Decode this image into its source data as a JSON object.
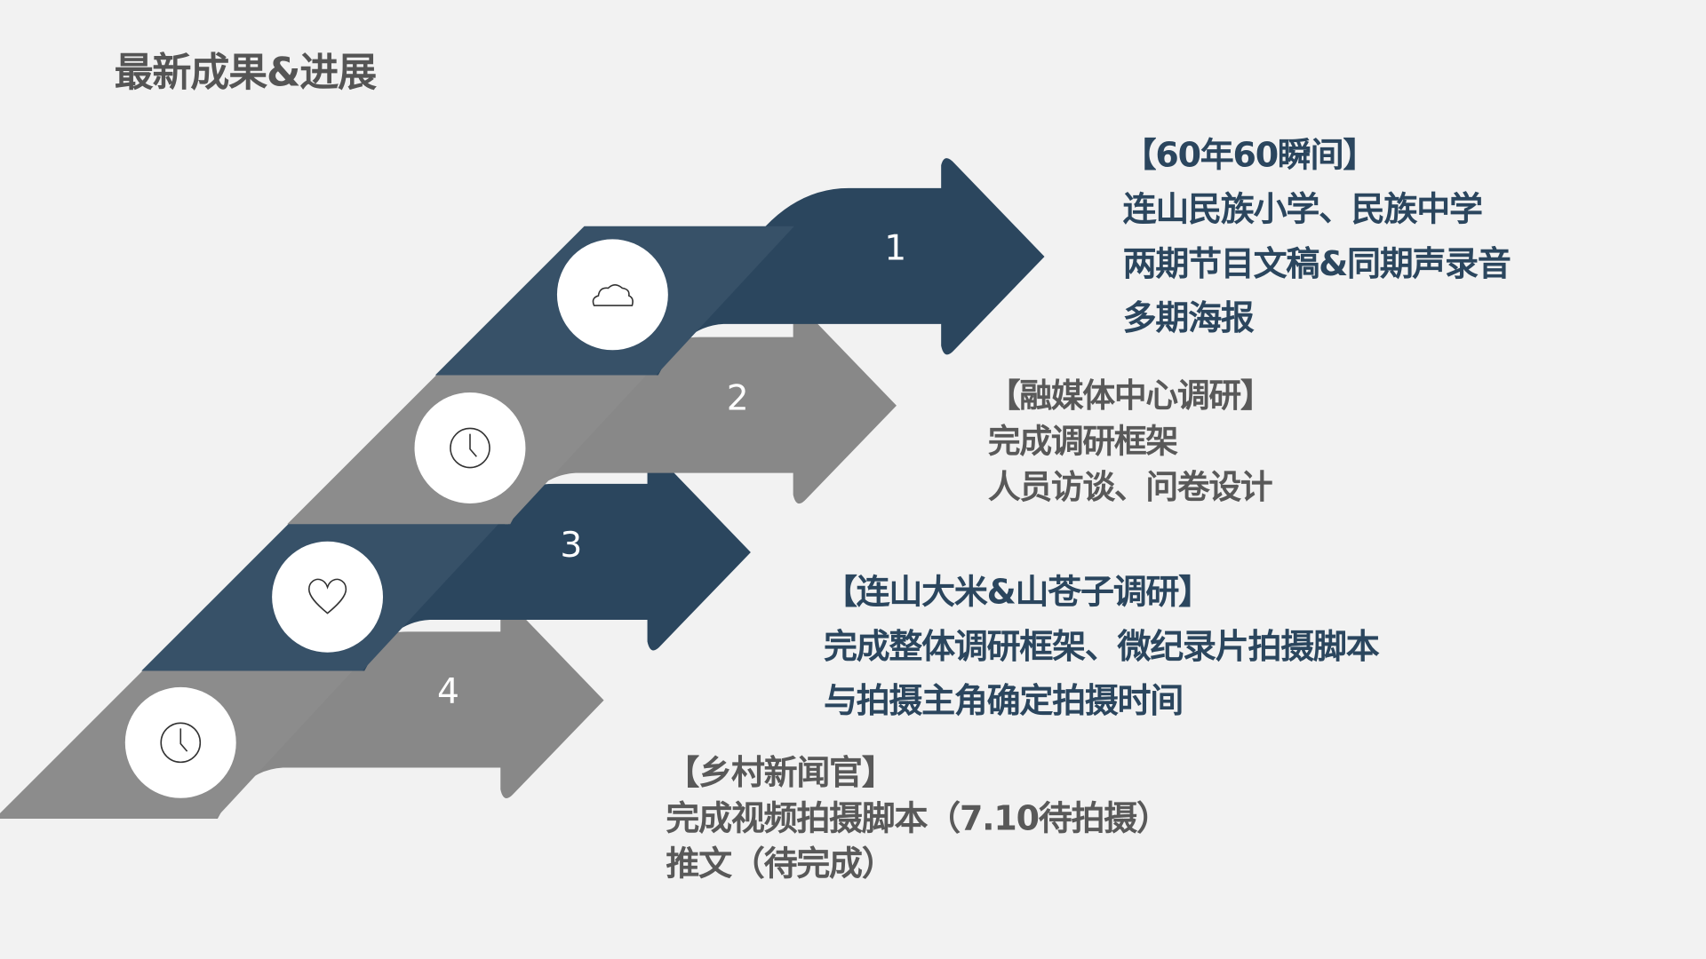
{
  "title": "最新成果&进展",
  "colors": {
    "dark": "#2b465e",
    "dark_band": "#375168",
    "gray": "#888888",
    "gray_band": "#8c8c8c",
    "background": "#f2f2f2"
  },
  "steps": [
    {
      "number": "1",
      "icon": "cloud-icon",
      "style": "dark",
      "lines": [
        "【60年60瞬间】",
        "连山民族小学、民族中学",
        "两期节目文稿&同期声录音",
        "多期海报"
      ]
    },
    {
      "number": "2",
      "icon": "clock-icon",
      "style": "gray",
      "lines": [
        "【融媒体中心调研】",
        "完成调研框架",
        "人员访谈、问卷设计"
      ]
    },
    {
      "number": "3",
      "icon": "heart-icon",
      "style": "dark",
      "lines": [
        "【连山大米&山苍子调研】",
        "完成整体调研框架、微纪录片拍摄脚本",
        "与拍摄主角确定拍摄时间"
      ]
    },
    {
      "number": "4",
      "icon": "clock-icon",
      "style": "gray",
      "lines": [
        "【乡村新闻官】",
        "完成视频拍摄脚本（7.10待拍摄）",
        "推文（待完成）"
      ]
    }
  ]
}
